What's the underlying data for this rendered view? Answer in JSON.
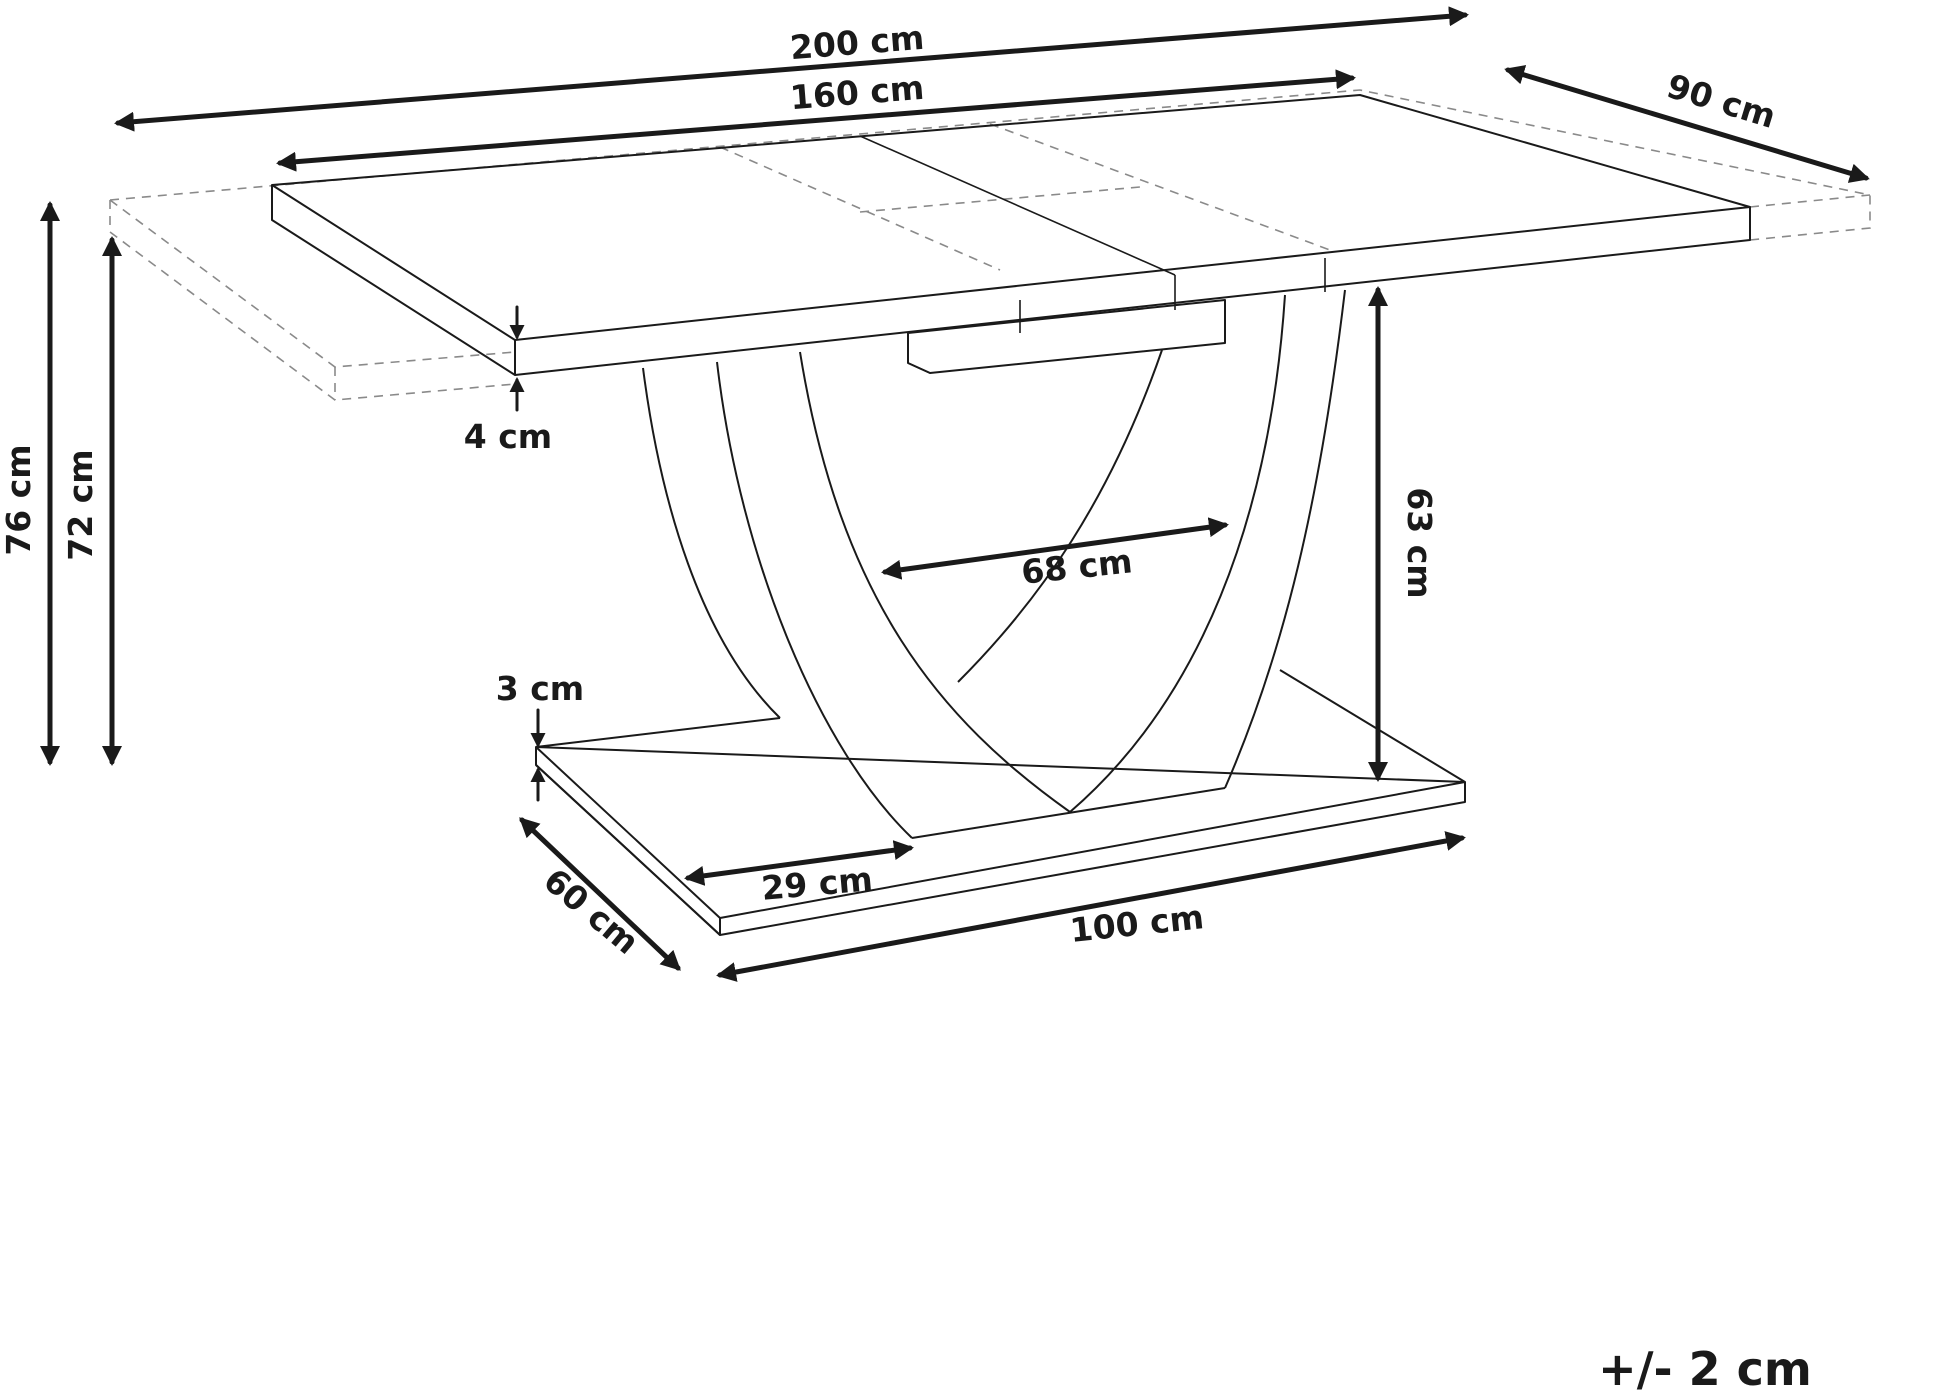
{
  "dimensions": {
    "extended_length": "200 cm",
    "length": "160 cm",
    "depth": "90 cm",
    "top_thickness": "4 cm",
    "height_total": "76 cm",
    "height_under_top": "72 cm",
    "pedestal_height": "63 cm",
    "pedestal_width": "68 cm",
    "base_thickness": "3 cm",
    "base_depth": "60 cm",
    "base_length": "100 cm",
    "base_offset": "29 cm"
  },
  "tolerance": "+/- 2 cm"
}
